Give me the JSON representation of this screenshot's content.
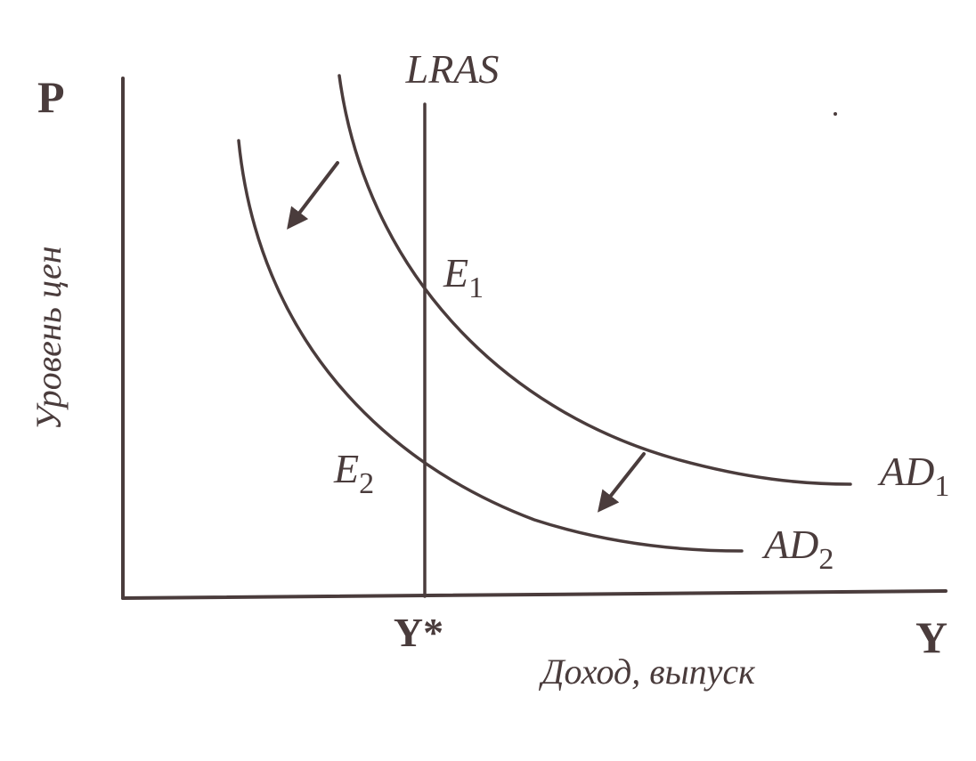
{
  "axes": {
    "y_symbol": "P",
    "x_symbol": "Y",
    "y_caption": "Уровень цен",
    "x_caption": "Доход, выпуск",
    "x_tick": "Y*"
  },
  "curves": {
    "lras": "LRAS",
    "ad1": {
      "base": "AD",
      "sub": "1"
    },
    "ad2": {
      "base": "AD",
      "sub": "2"
    }
  },
  "points": {
    "e1": {
      "base": "E",
      "sub": "1"
    },
    "e2": {
      "base": "E",
      "sub": "2"
    }
  },
  "colors": {
    "ink": "#4a3c3c",
    "paper": "#ffffff"
  }
}
